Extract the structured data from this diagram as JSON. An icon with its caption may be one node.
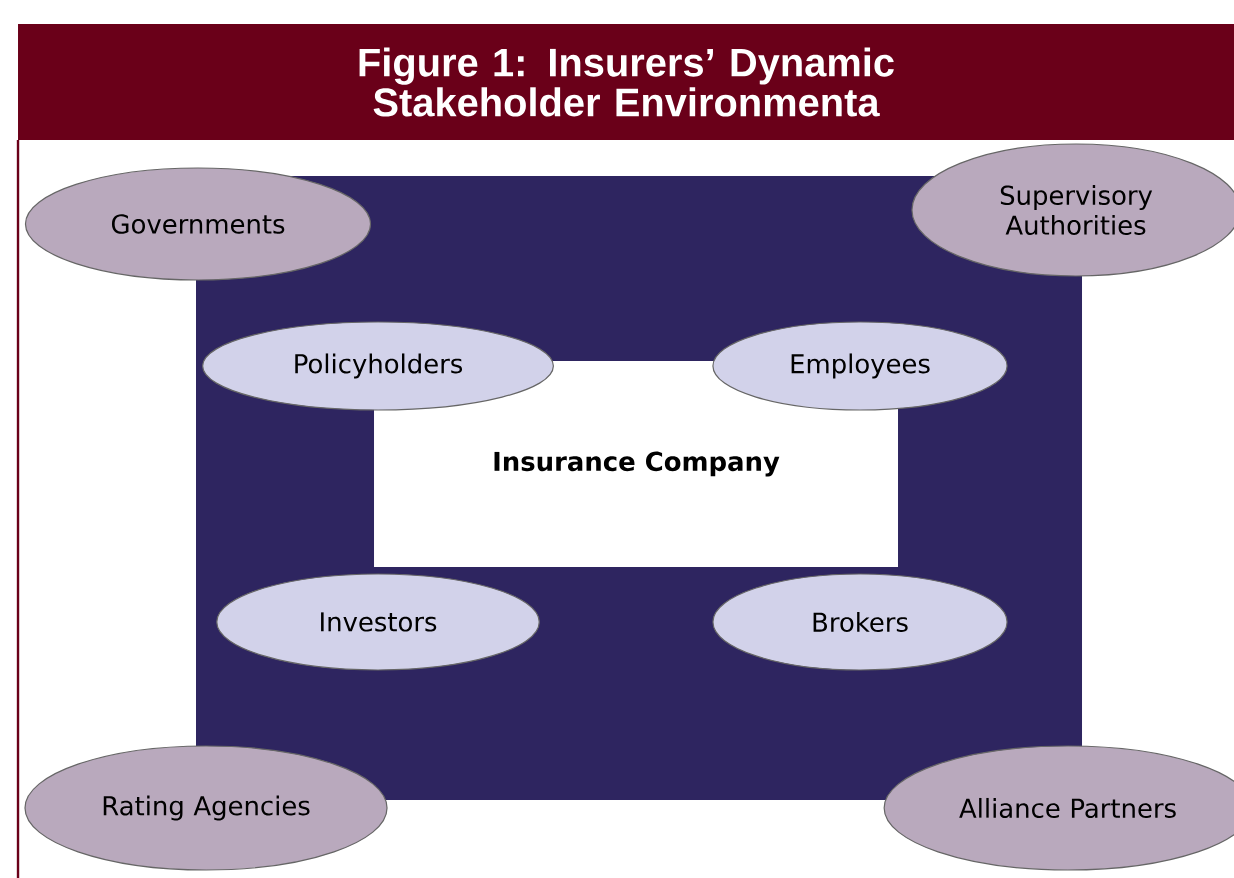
{
  "diagram": {
    "title": "Figure 1: Insurers’ Dynamic Stakeholder Environmenta",
    "nodes": [
      {
        "text": [],
        "shape": "box"
      },
      {
        "text": [
          "Governments"
        ]
      },
      {
        "text": [
          "Supervisory Authorities"
        ]
      },
      {
        "text": [
          "Policyholders"
        ],
        "in": 0
      },
      {
        "text": [
          "Employees"
        ],
        "in": 0
      },
      {
        "text": [
          "Insurance Company"
        ],
        "in": 0
      },
      {
        "text": [
          "Investors"
        ],
        "in": 0
      },
      {
        "text": [
          "Brokers"
        ],
        "in": 0
      },
      {
        "text": [
          "Rating Agencies"
        ]
      },
      {
        "text": [
          "Alliance Partners"
        ]
      }
    ]
  }
}
